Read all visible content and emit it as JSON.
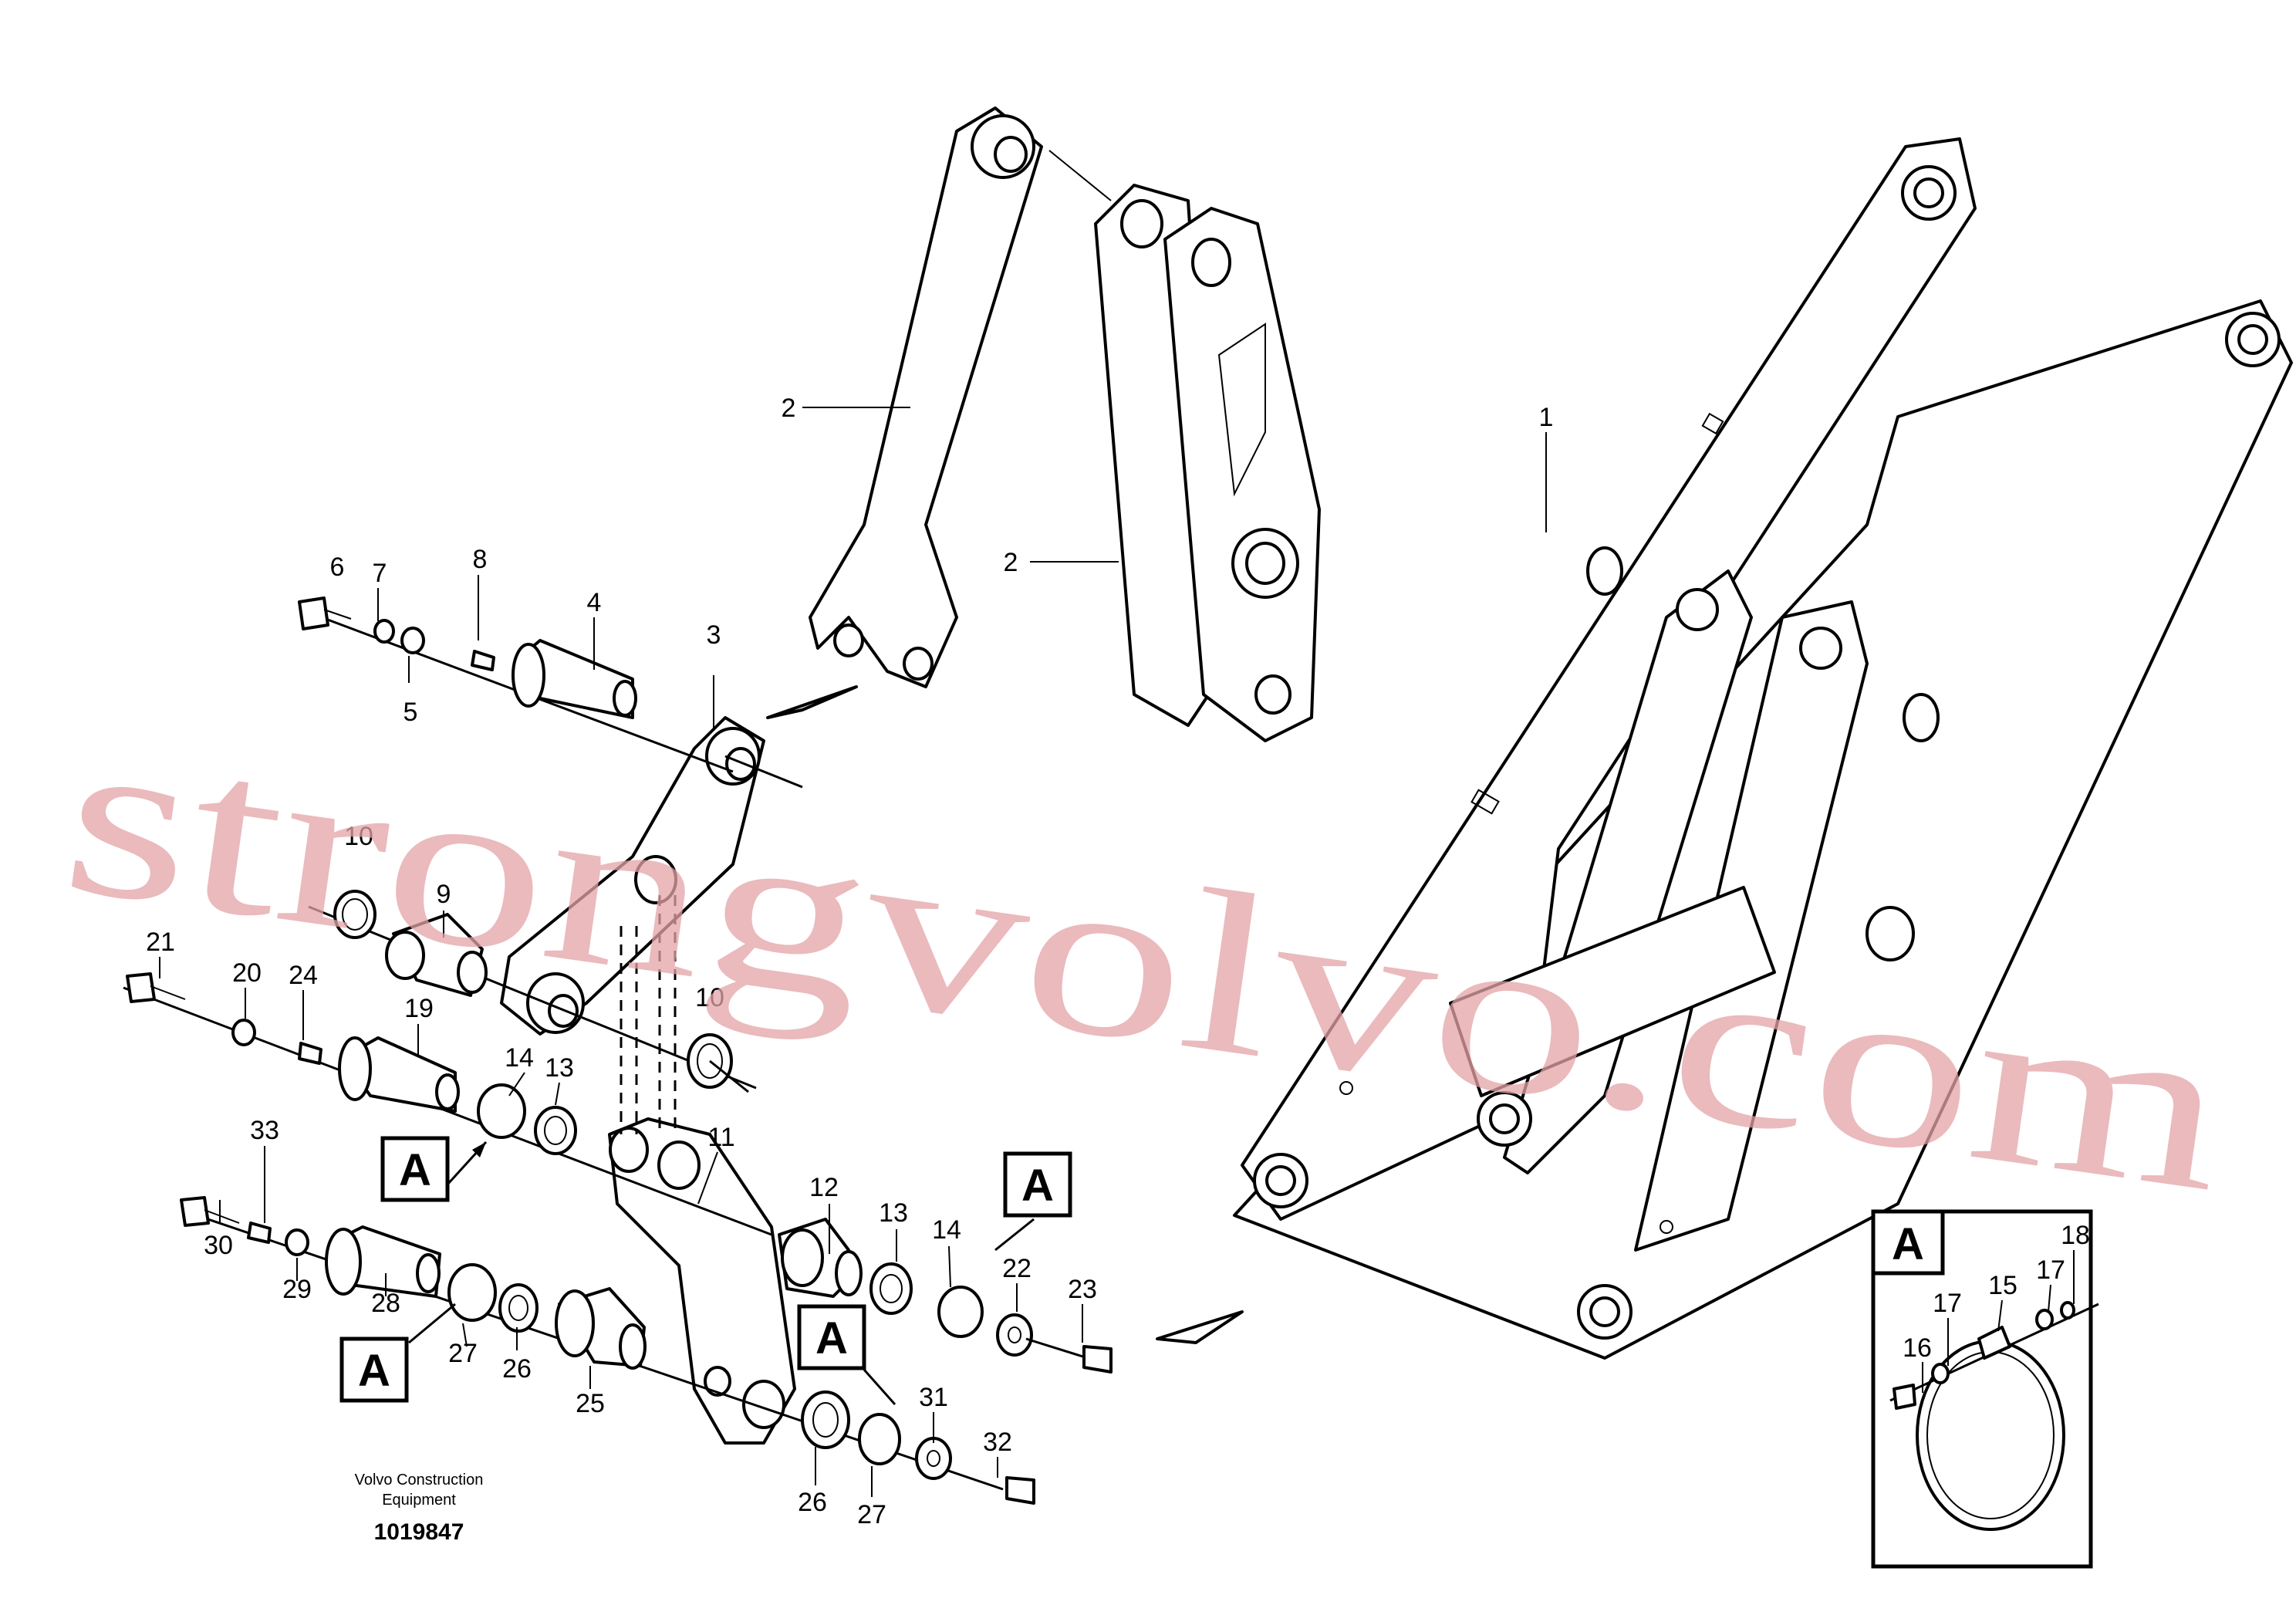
{
  "diagram": {
    "caption_line1": "Volvo Construction",
    "caption_line2": "Equipment",
    "document_number": "1019847",
    "watermark": "strongvolvo.com",
    "detail_box_label": "A",
    "callout_letter": "A",
    "part_labels": {
      "p1": "1",
      "p2a": "2",
      "p2b": "2",
      "p3": "3",
      "p4": "4",
      "p5": "5",
      "p6": "6",
      "p7": "7",
      "p8": "8",
      "p9": "9",
      "p10a": "10",
      "p10b": "10",
      "p11": "11",
      "p12": "12",
      "p13a": "13",
      "p13b": "13",
      "p14a": "14",
      "p14b": "14",
      "p15": "15",
      "p16": "16",
      "p17a": "17",
      "p17b": "17",
      "p18": "18",
      "p19": "19",
      "p20": "20",
      "p21": "21",
      "p22": "22",
      "p23": "23",
      "p24": "24",
      "p25": "25",
      "p26a": "26",
      "p26b": "26",
      "p27a": "27",
      "p27b": "27",
      "p28": "28",
      "p29": "29",
      "p30": "30",
      "p31": "31",
      "p32": "32",
      "p33": "33"
    }
  }
}
